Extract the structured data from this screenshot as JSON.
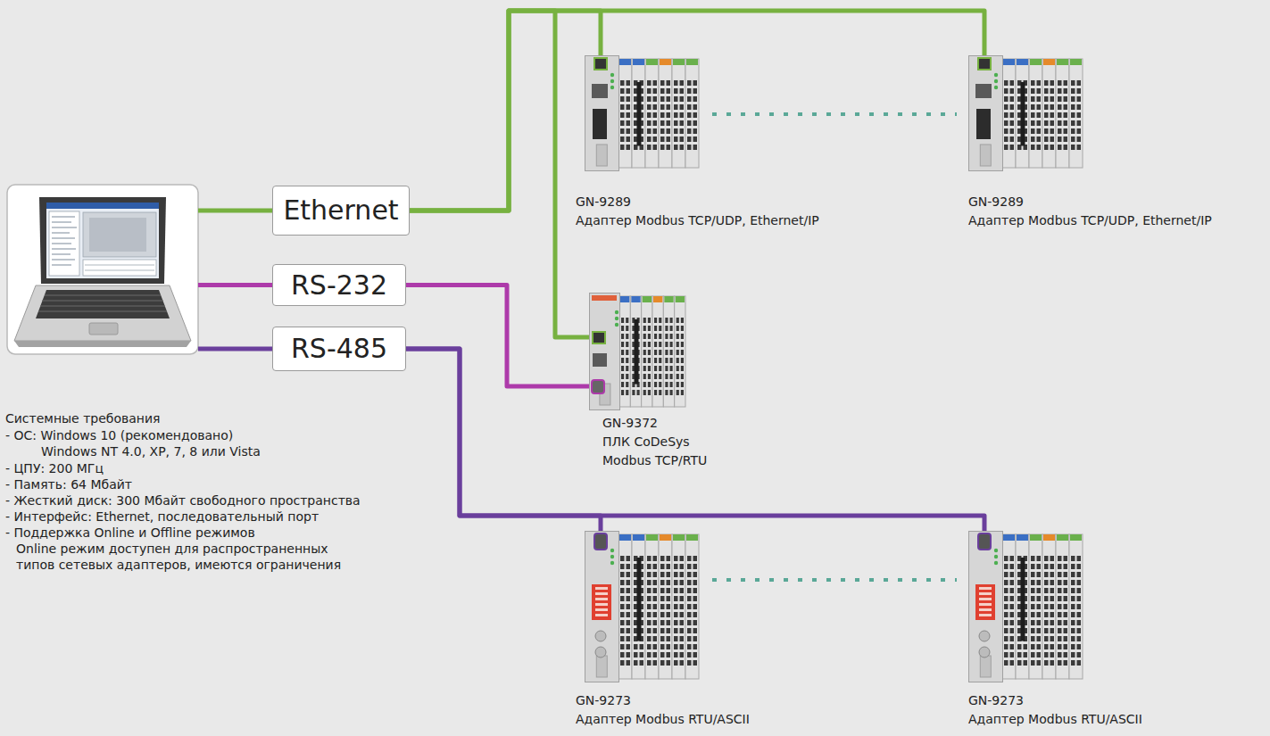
{
  "diagram": {
    "nodes": [
      {
        "text": [
          "Ethernet"
        ]
      },
      {
        "text": [
          "GN-9289",
          "Адаптер Modbus TCP/UDP, Ethernet/IP"
        ]
      },
      {
        "text": [
          "GN-9289",
          "Адаптер Modbus TCP/UDP, Ethernet/IP"
        ]
      },
      {
        "text": [
          "RS-232"
        ]
      },
      {
        "text": [
          "GN-9372",
          "ПЛК CoDeSys Modbus TCP/RTU"
        ]
      },
      {
        "text": [
          "RS-485"
        ]
      },
      {
        "text": [
          "GN-9273",
          "Адаптер Modbus RTU/ASCII"
        ]
      },
      {
        "text": [
          "GN-9273",
          "Адаптер Modbus RTU/ASCII"
        ]
      }
    ],
    "edges": [
      {
        "from": 0,
        "to": 1,
        "arrow": "none"
      },
      {
        "from": 0,
        "to": 2,
        "arrow": "none"
      },
      {
        "from": 0,
        "to": 4,
        "arrow": "none"
      },
      {
        "from": 3,
        "to": 4,
        "arrow": "none"
      },
      {
        "from": 5,
        "to": 6,
        "arrow": "none"
      },
      {
        "from": 5,
        "to": 7,
        "arrow": "none"
      }
    ],
    "labels": [
      "Системные требования",
      "- ОС: Windows 10 (рекомендовано)",
      "Windows NT 4.0, XP, 7, 8 или Vista",
      "- ЦПУ: 200 МГц",
      "- Память: 64 Мбайт",
      "- Жесткий диск: 300 Мбайт свободного пространства",
      "- Интерфейс: Ethernet, последовательный порт",
      "- Поддержка Online и Offline режимов",
      "Online режим доступен для распространенных типов сетевых адаптеров, имеются ограничения"
    ]
  }
}
